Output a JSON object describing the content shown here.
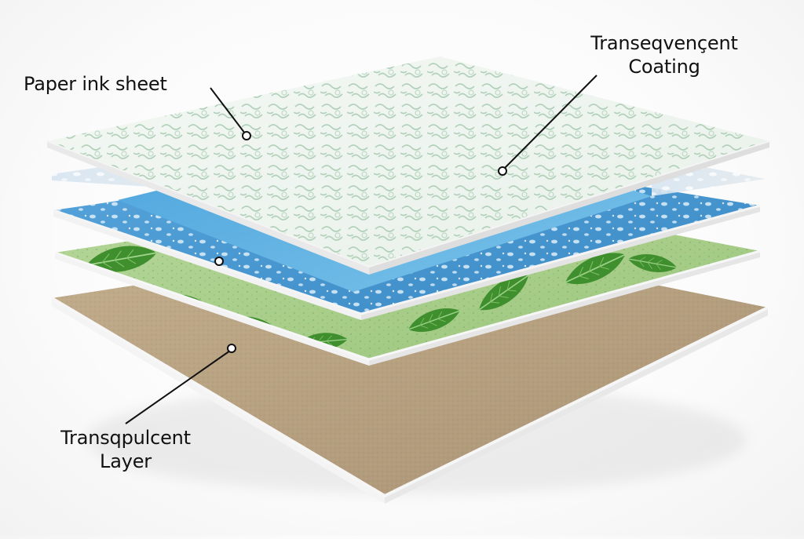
{
  "diagram": {
    "title": "Layered sheet material cross-section",
    "labels": [
      {
        "id": "paper",
        "lines": [
          "Paper ink sheet"
        ]
      },
      {
        "id": "coating",
        "lines": [
          "Transeqvençent",
          "Coating"
        ]
      },
      {
        "id": "layer",
        "lines": [
          "Transqpulcent",
          "Layer"
        ]
      }
    ],
    "layers": [
      {
        "name": "Paper ink sheet (top, white with green marbled pattern)",
        "color": "#eef4ef",
        "pattern_color": "#9fc7ab"
      },
      {
        "name": "Translucent frosted film",
        "color": "#dbe6ee",
        "pattern_color": "#ffffff"
      },
      {
        "name": "Blue solid film",
        "color": "#5fb1df"
      },
      {
        "name": "Blue speckled layer",
        "color": "#3f8fcb",
        "pattern_color": "#d6ecf8"
      },
      {
        "name": "Green leaf-print layer",
        "color": "#a9cf8a",
        "pattern_color": "#3f8f2e"
      },
      {
        "name": "Brown base board",
        "color": "#b9a484",
        "edge_color": "#f0f0f0"
      }
    ]
  }
}
